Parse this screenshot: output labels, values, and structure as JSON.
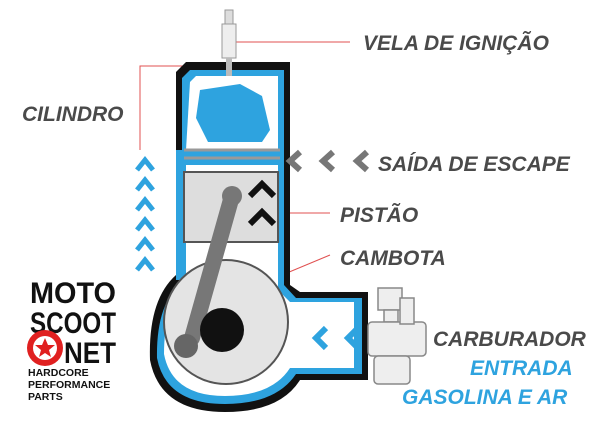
{
  "labels": {
    "spark_plug": "VELA DE IGNIÇÃO",
    "cylinder": "CILINDRO",
    "exhaust": "SAÍDA DE ESCAPE",
    "piston": "PISTÃO",
    "crankshaft": "CAMBOTA",
    "carburetor": "CARBURADOR",
    "intake_line1": "ENTRADA",
    "intake_line2": "GASOLINA E AR"
  },
  "logo": {
    "line1": "MOTO",
    "line2": "SCOOT",
    "line3": "NET",
    "tagline1": "HARDCORE",
    "tagline2": "PERFORMANCE",
    "tagline3": "PARTS"
  },
  "colors": {
    "accent_blue": "#2ea3df",
    "label_gray": "#4a4a4a",
    "leader_red": "#e05050",
    "logo_red": "#e02020"
  }
}
